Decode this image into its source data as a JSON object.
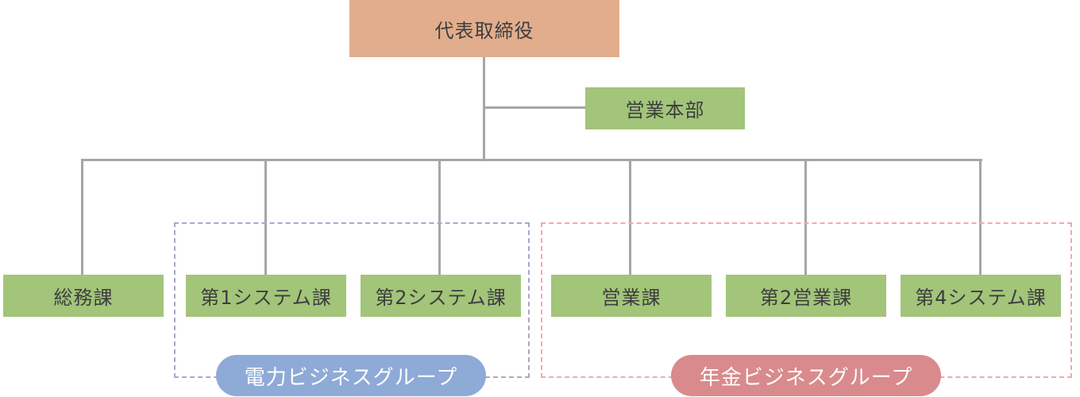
{
  "ceo": {
    "label": "代表取締役"
  },
  "hq": {
    "label": "営業本部"
  },
  "departments": [
    {
      "label": "総務課"
    },
    {
      "label": "第1システム課"
    },
    {
      "label": "第2システム課"
    },
    {
      "label": "営業課"
    },
    {
      "label": "第2営業課"
    },
    {
      "label": "第4システム課"
    }
  ],
  "groups": [
    {
      "label": "電力ビジネスグループ",
      "color": "#8eaad6"
    },
    {
      "label": "年金ビジネスグループ",
      "color": "#d98a8c"
    }
  ],
  "colors": {
    "ceo": "#e2ad8c",
    "unit": "#a2c57a",
    "line": "#a6a6a6",
    "power_border": "#a9a9c9",
    "pension_border": "#f3a9ab"
  }
}
